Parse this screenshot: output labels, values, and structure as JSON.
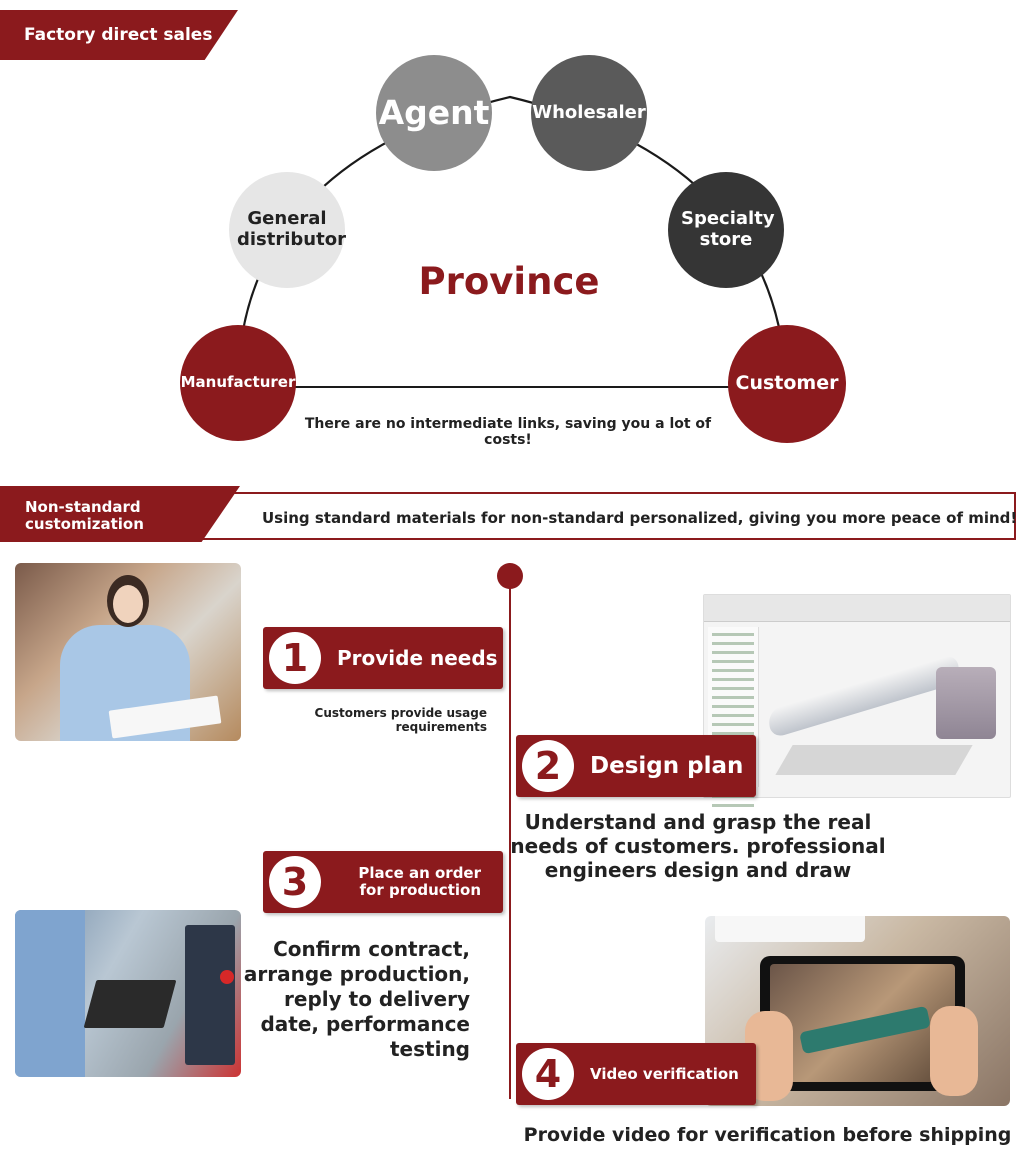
{
  "top_banner": {
    "title": "Factory direct sales"
  },
  "diagram": {
    "center": "Province",
    "nodes": {
      "agent": "Agent",
      "wholesaler": "Wholesaler",
      "general_distributor": "General distributor",
      "specialty_store": "Specialty store",
      "manufacturer": "Manufacturer",
      "customer": "Customer"
    },
    "caption": "There are no intermediate links, saving you a lot of costs!"
  },
  "custom_banner": {
    "title": "Non-standard customization",
    "slogan": "Using standard materials for non-standard personalized, giving you more peace of mind!"
  },
  "steps": [
    {
      "number": "1",
      "label": "Provide needs",
      "description": "Customers provide usage requirements"
    },
    {
      "number": "2",
      "label": "Design plan",
      "description": "Understand and grasp the real needs of customers. professional engineers design and draw"
    },
    {
      "number": "3",
      "label": "Place an order for production",
      "description": "Confirm contract, arrange production, reply to delivery date, performance testing"
    },
    {
      "number": "4",
      "label": "Video verification",
      "description": "Provide video for verification before shipping"
    }
  ],
  "colors": {
    "brand_red": "#8b1a1d",
    "gray_light": "#e6e6e6",
    "gray_mid": "#8d8d8d",
    "gray_dark": "#353535"
  }
}
